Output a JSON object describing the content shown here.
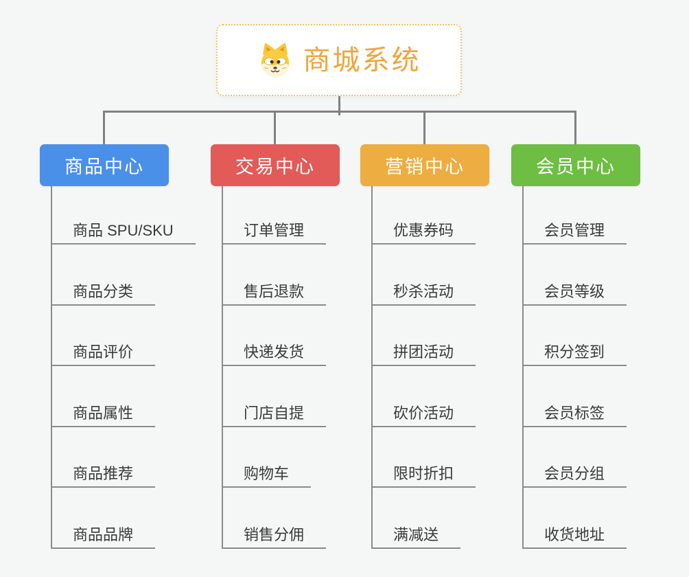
{
  "root": {
    "title": "商城系统",
    "icon": "dog-face-icon"
  },
  "branches": [
    {
      "id": "product-center",
      "label": "商品中心",
      "color": "#4a90e8",
      "items": [
        "商品 SPU/SKU",
        "商品分类",
        "商品评价",
        "商品属性",
        "商品推荐",
        "商品品牌"
      ]
    },
    {
      "id": "trade-center",
      "label": "交易中心",
      "color": "#e25b58",
      "items": [
        "订单管理",
        "售后退款",
        "快递发货",
        "门店自提",
        "购物车",
        "销售分佣"
      ]
    },
    {
      "id": "marketing-center",
      "label": "营销中心",
      "color": "#edad41",
      "items": [
        "优惠券码",
        "秒杀活动",
        "拼团活动",
        "砍价活动",
        "限时折扣",
        "满减送"
      ]
    },
    {
      "id": "member-center",
      "label": "会员中心",
      "color": "#6dbe43",
      "items": [
        "会员管理",
        "会员等级",
        "积分签到",
        "会员标签",
        "会员分组",
        "收货地址"
      ]
    }
  ],
  "colors": {
    "root_title": "#efa53e",
    "root_border": "#f3be62",
    "connector": "#818181",
    "item_line": "#8a8a8a",
    "item_text": "#3a3a3a",
    "background": "#f5f6f6"
  }
}
